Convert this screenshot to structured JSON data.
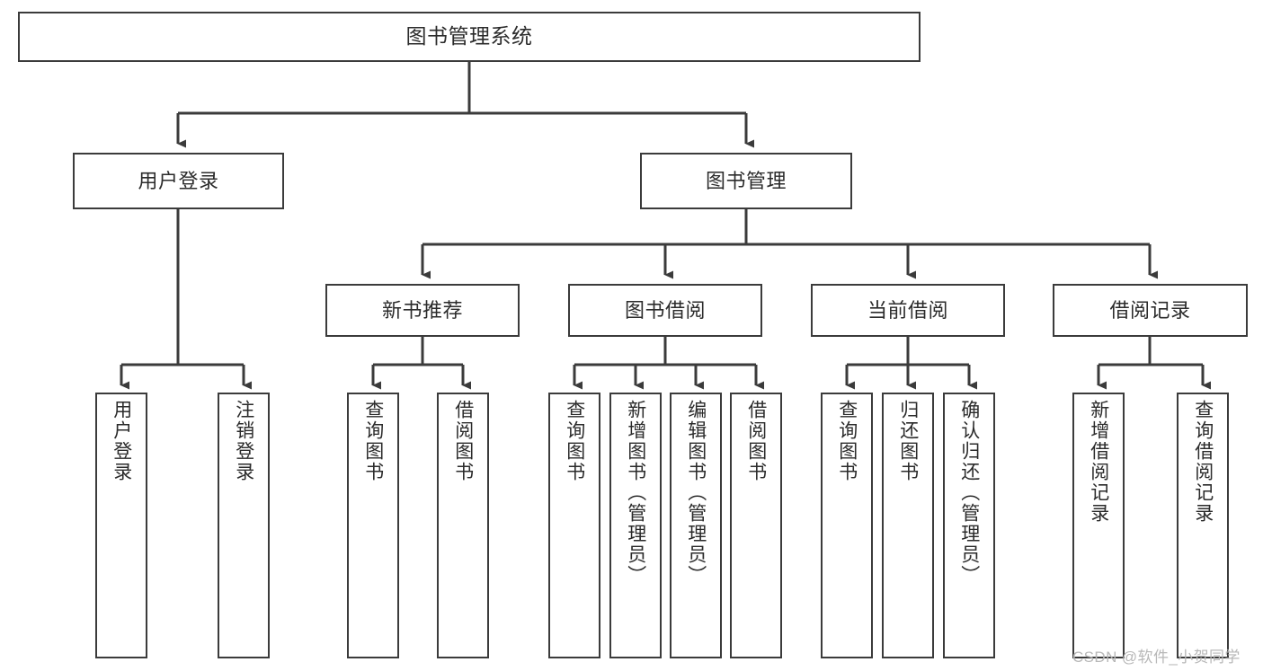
{
  "diagram": {
    "title": "图书管理系统",
    "type": "tree-hierarchy-chart",
    "root": {
      "id": "root",
      "label": "图书管理系统"
    },
    "level2": [
      {
        "id": "user-login",
        "label": "用户登录"
      },
      {
        "id": "book-management",
        "label": "图书管理"
      }
    ],
    "level3": [
      {
        "id": "new-book-recommend",
        "label": "新书推荐",
        "parent": "book-management"
      },
      {
        "id": "book-borrow",
        "label": "图书借阅",
        "parent": "book-management"
      },
      {
        "id": "current-borrow",
        "label": "当前借阅",
        "parent": "book-management"
      },
      {
        "id": "borrow-record",
        "label": "借阅记录",
        "parent": "book-management"
      }
    ],
    "leaves": {
      "user-login": [
        {
          "id": "leaf-user-login",
          "label": "用户登录"
        },
        {
          "id": "leaf-logout",
          "label": "注销登录"
        }
      ],
      "new-book-recommend": [
        {
          "id": "leaf-query-book-1",
          "label": "查询图书"
        },
        {
          "id": "leaf-borrow-book-1",
          "label": "借阅图书"
        }
      ],
      "book-borrow": [
        {
          "id": "leaf-query-book-2",
          "label": "查询图书"
        },
        {
          "id": "leaf-add-book",
          "label": "新增图书（管理员）"
        },
        {
          "id": "leaf-edit-book",
          "label": "编辑图书（管理员）"
        },
        {
          "id": "leaf-borrow-book-2",
          "label": "借阅图书"
        }
      ],
      "current-borrow": [
        {
          "id": "leaf-query-book-3",
          "label": "查询图书"
        },
        {
          "id": "leaf-return-book",
          "label": "归还图书"
        },
        {
          "id": "leaf-confirm-return",
          "label": "确认归还（管理员）"
        }
      ],
      "borrow-record": [
        {
          "id": "leaf-add-record",
          "label": "新增借阅记录"
        },
        {
          "id": "leaf-query-record",
          "label": "查询借阅记录"
        }
      ]
    },
    "colors": {
      "stroke": "#3b3b3b",
      "fill": "#ffffff",
      "text": "#2b2b2b",
      "watermark": "#b8b8b8"
    }
  },
  "watermark": {
    "text": "CSDN @软件_小贺同学"
  }
}
